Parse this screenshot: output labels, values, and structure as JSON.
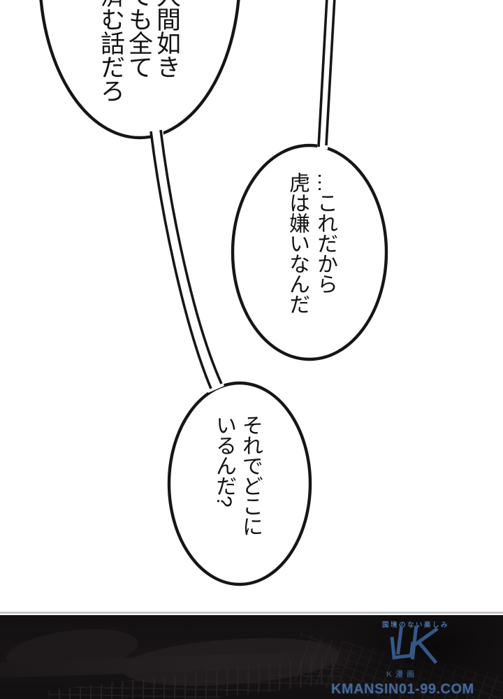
{
  "speech_bubbles": [
    {
      "name": "bubble-top-left",
      "text": "人間如き\nても全て\n済む話だろ"
    },
    {
      "name": "bubble-middle",
      "text": "…これだから\n虎は嫌いなんだ"
    },
    {
      "name": "bubble-bottom",
      "text": "それでどこに\nいるんだ?"
    }
  ],
  "footer_watermark": {
    "tagline": "国境のない楽しみ",
    "logo_monogram": "K",
    "caption": "K漫画",
    "domain": "KMANSIN01-99.COM"
  },
  "colors": {
    "paper": "#ffffff",
    "ink": "#161616",
    "strip_background": "#131011",
    "divider": "#c6c6c6",
    "watermark_blue": "#3f6ba6"
  }
}
